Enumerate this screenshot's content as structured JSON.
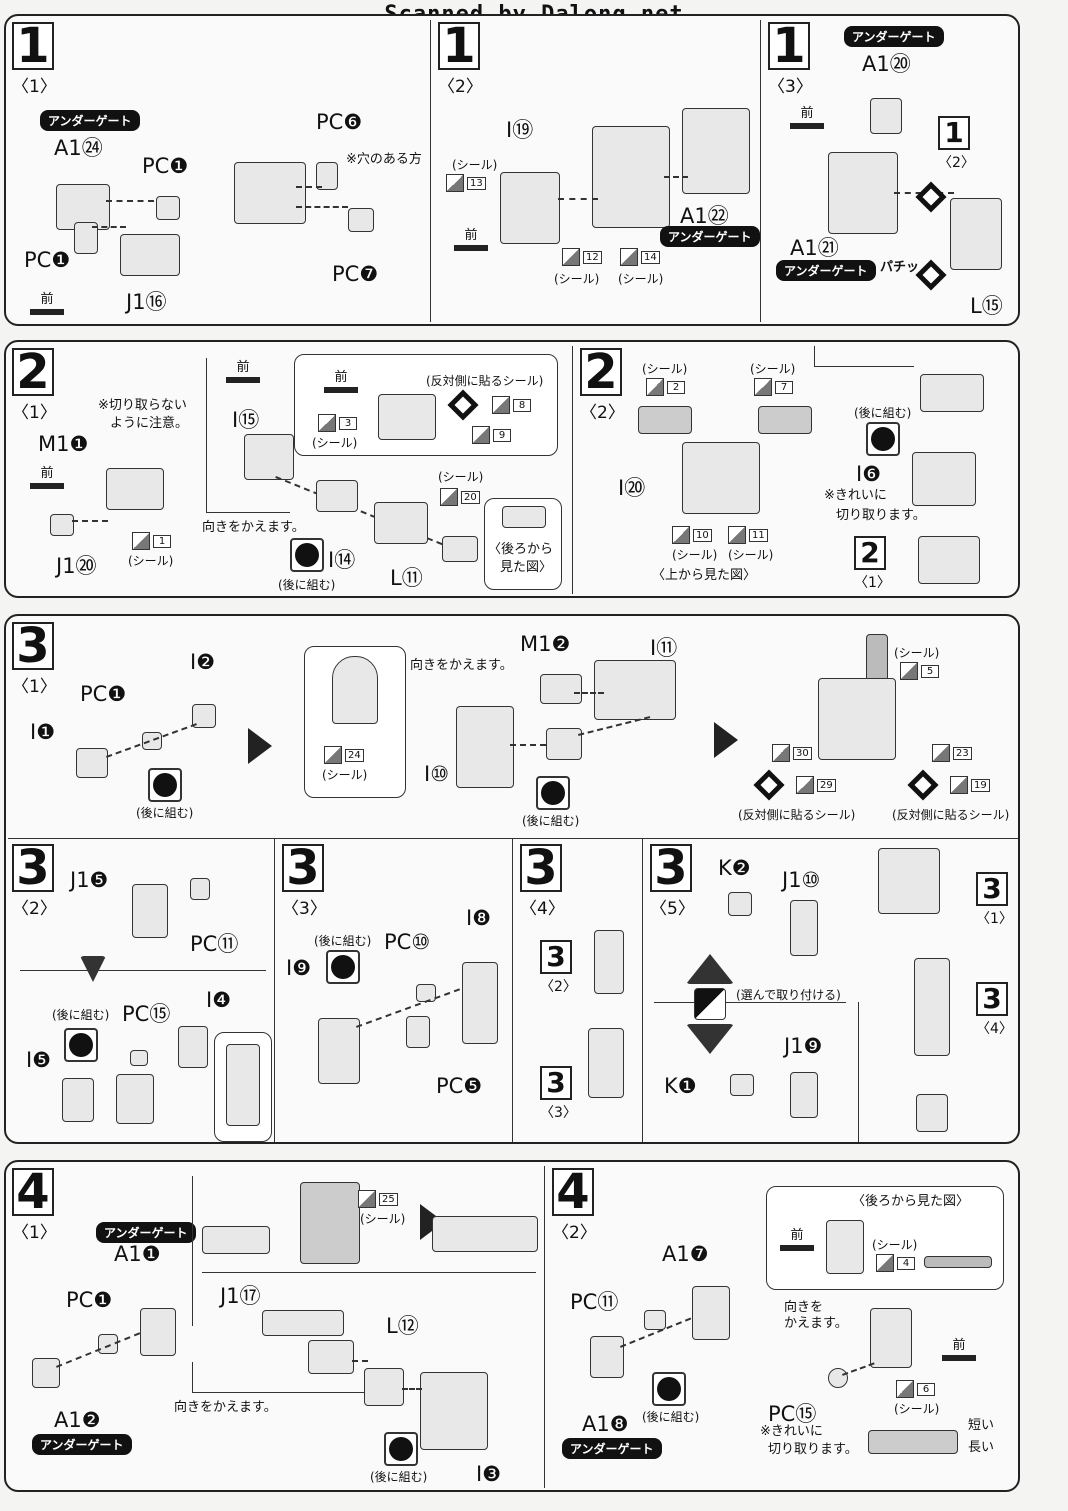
{
  "watermark": "Scanned by Dalong.net",
  "common": {
    "under_gate": "アンダーゲート",
    "seal": "(シール)",
    "assemble_later": "(後に組む)",
    "front": "前",
    "opposite_seal": "(反対側に貼るシール)",
    "turn_around": "向きをかえます。"
  },
  "row1": {
    "s1_1": {
      "num": "1",
      "sub": "〈1〉",
      "a1": "A1㉔",
      "pc1a": "PC❶",
      "pc1b": "PC❶",
      "j1": "J1⑯",
      "pc6": "PC❻",
      "pc7": "PC❼",
      "hole_note": "※穴のある方"
    },
    "s1_2": {
      "num": "1",
      "sub": "〈2〉",
      "i": "I⑲",
      "a1": "A1㉒",
      "s13": "13",
      "s12": "12",
      "s14": "14"
    },
    "s1_3": {
      "num": "1",
      "sub": "〈3〉",
      "a1top": "A1⑳",
      "a1bot": "A1㉑",
      "ref_num": "1",
      "ref_sub": "〈2〉",
      "l": "L⑮",
      "patch": "パチッ",
      "n1": "1",
      "n2": "2"
    }
  },
  "row2": {
    "s2_1": {
      "num": "2",
      "sub": "〈1〉",
      "m1": "M1❶",
      "j1": "J1⑳",
      "i15": "I⑮",
      "i14": "I⑭",
      "l11": "L⑪",
      "caution": "※切り取らない",
      "caution2": "ように注意。",
      "s1": "1",
      "s3": "3",
      "s8": "8",
      "s9": "9",
      "s20": "20",
      "back_view": "〈後ろから",
      "back_view2": "見た図〉"
    },
    "s2_2": {
      "num": "2",
      "sub": "〈2〉",
      "s2": "2",
      "s7": "7",
      "i20": "I⑳",
      "s10": "10",
      "s11": "11",
      "top_view": "〈上から見た図〉",
      "i6": "I❻",
      "clean_cut": "※きれいに",
      "clean_cut2": "切り取ります。",
      "ref_num": "2",
      "ref_sub": "〈1〉"
    }
  },
  "row3": {
    "s3_1": {
      "num": "3",
      "sub": "〈1〉",
      "i1": "I❶",
      "pc1": "PC❶",
      "i2": "I❷",
      "s24": "24",
      "m12": "M1❷",
      "i11": "I⑪",
      "i10": "I⑩",
      "s5": "5",
      "s30": "30",
      "s23": "23",
      "s29": "29",
      "s19": "19"
    },
    "s3_2": {
      "num": "3",
      "sub": "〈2〉",
      "j15": "J1❺",
      "pc11": "PC⑪",
      "pc15": "PC⑮",
      "i4": "I❹",
      "i5": "I❺"
    },
    "s3_3": {
      "num": "3",
      "sub": "〈3〉",
      "i9": "I❾",
      "pc10": "PC⑩",
      "i8": "I❽",
      "pc5": "PC❺"
    },
    "s3_4": {
      "num": "3",
      "sub": "〈4〉",
      "r1n": "3",
      "r1s": "〈2〉",
      "r2n": "3",
      "r2s": "〈3〉"
    },
    "s3_5": {
      "num": "3",
      "sub": "〈5〉",
      "k2": "K❷",
      "j110": "J1⑩",
      "k1": "K❶",
      "j19": "J1❾",
      "choose": "(選んで取り付ける)",
      "r1n": "3",
      "r1s": "〈1〉",
      "r2n": "3",
      "r2s": "〈4〉"
    }
  },
  "row4": {
    "s4_1": {
      "num": "4",
      "sub": "〈1〉",
      "a11": "A1❶",
      "pc1": "PC❶",
      "a12": "A1❷",
      "s25": "25",
      "j117": "J1⑰",
      "l12": "L⑫",
      "i3": "I❸"
    },
    "s4_2": {
      "num": "4",
      "sub": "〈2〉",
      "a17": "A1❼",
      "pc11": "PC⑪",
      "a18": "A1❽",
      "back_view": "〈後ろから見た図〉",
      "s4": "4",
      "s6": "6",
      "pc15": "PC⑮",
      "clean_cut": "※きれいに",
      "clean_cut2": "切り取ります。",
      "short": "短い",
      "long": "長い",
      "turn": "向きを",
      "turn2": "かえます。"
    }
  }
}
